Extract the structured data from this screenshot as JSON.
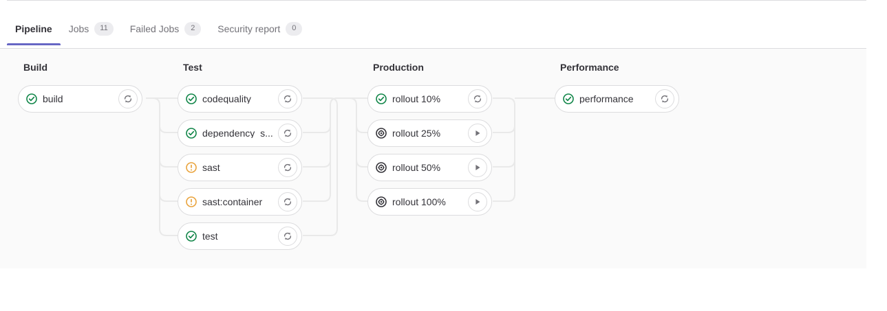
{
  "tabs": [
    {
      "label": "Pipeline",
      "badge": null,
      "active": true,
      "name": "tab-pipeline"
    },
    {
      "label": "Jobs",
      "badge": "11",
      "active": false,
      "name": "tab-jobs"
    },
    {
      "label": "Failed Jobs",
      "badge": "2",
      "active": false,
      "name": "tab-failed-jobs"
    },
    {
      "label": "Security report",
      "badge": "0",
      "active": false,
      "name": "tab-security-report"
    }
  ],
  "colors": {
    "active_tab_underline": "#6666c4",
    "status_success": "#108548",
    "status_warning": "#ab6100",
    "status_manual": "#333238",
    "canvas_background": "#fafafa",
    "card_border": "#dcdcde",
    "connector_line": "#e9e9e9"
  },
  "stages": [
    {
      "title": "Build",
      "jobs": [
        {
          "name": "build",
          "status": "success",
          "status_icon": "status-success-icon",
          "action": "retry",
          "action_icon": "retry-icon"
        }
      ]
    },
    {
      "title": "Test",
      "jobs": [
        {
          "name": "codequality",
          "status": "success",
          "status_icon": "status-success-icon",
          "action": "retry",
          "action_icon": "retry-icon"
        },
        {
          "name": "dependency_s...",
          "status": "success",
          "status_icon": "status-success-icon",
          "action": "retry",
          "action_icon": "retry-icon"
        },
        {
          "name": "sast",
          "status": "warning",
          "status_icon": "status-warning-icon",
          "action": "retry",
          "action_icon": "retry-icon"
        },
        {
          "name": "sast:container",
          "status": "warning",
          "status_icon": "status-warning-icon",
          "action": "retry",
          "action_icon": "retry-icon"
        },
        {
          "name": "test",
          "status": "success",
          "status_icon": "status-success-icon",
          "action": "retry",
          "action_icon": "retry-icon"
        }
      ]
    },
    {
      "title": "Production",
      "jobs": [
        {
          "name": "rollout 10%",
          "status": "success",
          "status_icon": "status-success-icon",
          "action": "retry",
          "action_icon": "retry-icon"
        },
        {
          "name": "rollout 25%",
          "status": "manual",
          "status_icon": "status-manual-icon",
          "action": "play",
          "action_icon": "play-icon"
        },
        {
          "name": "rollout 50%",
          "status": "manual",
          "status_icon": "status-manual-icon",
          "action": "play",
          "action_icon": "play-icon"
        },
        {
          "name": "rollout 100%",
          "status": "manual",
          "status_icon": "status-manual-icon",
          "action": "play",
          "action_icon": "play-icon"
        }
      ]
    },
    {
      "title": "Performance",
      "jobs": [
        {
          "name": "performance",
          "status": "success",
          "status_icon": "status-success-icon",
          "action": "retry",
          "action_icon": "retry-icon"
        }
      ]
    }
  ]
}
